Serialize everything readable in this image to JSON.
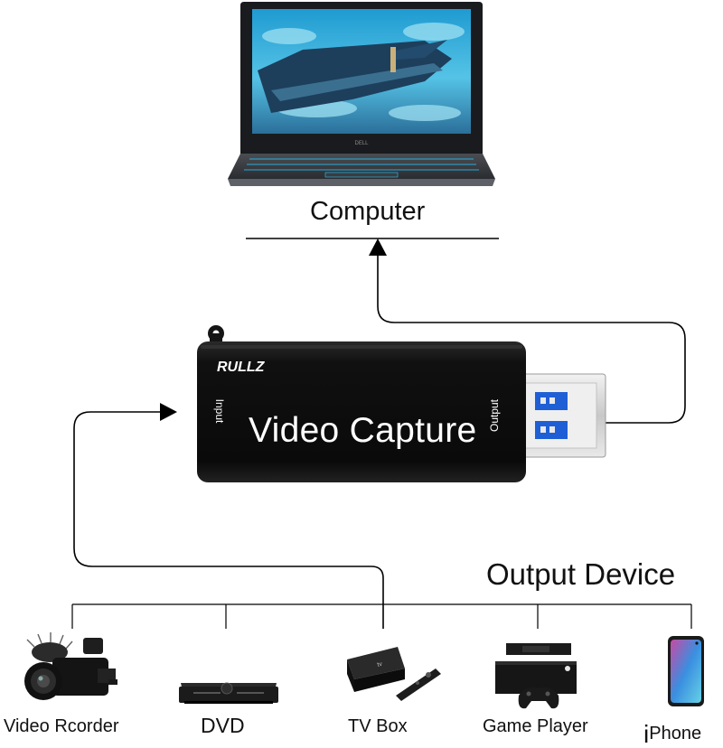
{
  "computer": {
    "label": "Computer",
    "brand": "DELL"
  },
  "capture_device": {
    "brand": "RULLZ",
    "name": "Video Capture",
    "input_label": "Input",
    "output_label": "Output"
  },
  "output_section": {
    "title": "Output Device"
  },
  "devices": [
    {
      "label": "Video Rcorder",
      "icon": "camcorder-icon"
    },
    {
      "label": "DVD",
      "icon": "dvd-player-icon"
    },
    {
      "label": "TV Box",
      "icon": "tv-box-icon"
    },
    {
      "label": "Game Player",
      "icon": "game-console-icon"
    },
    {
      "label": "Phone",
      "prefix": "i",
      "icon": "smartphone-icon"
    }
  ],
  "colors": {
    "line": "#000000",
    "device_body": "#141414",
    "usb_metal": "#d9d9d9",
    "usb_blue": "#1f5fd6",
    "screen_sky": "#43b9e0"
  }
}
